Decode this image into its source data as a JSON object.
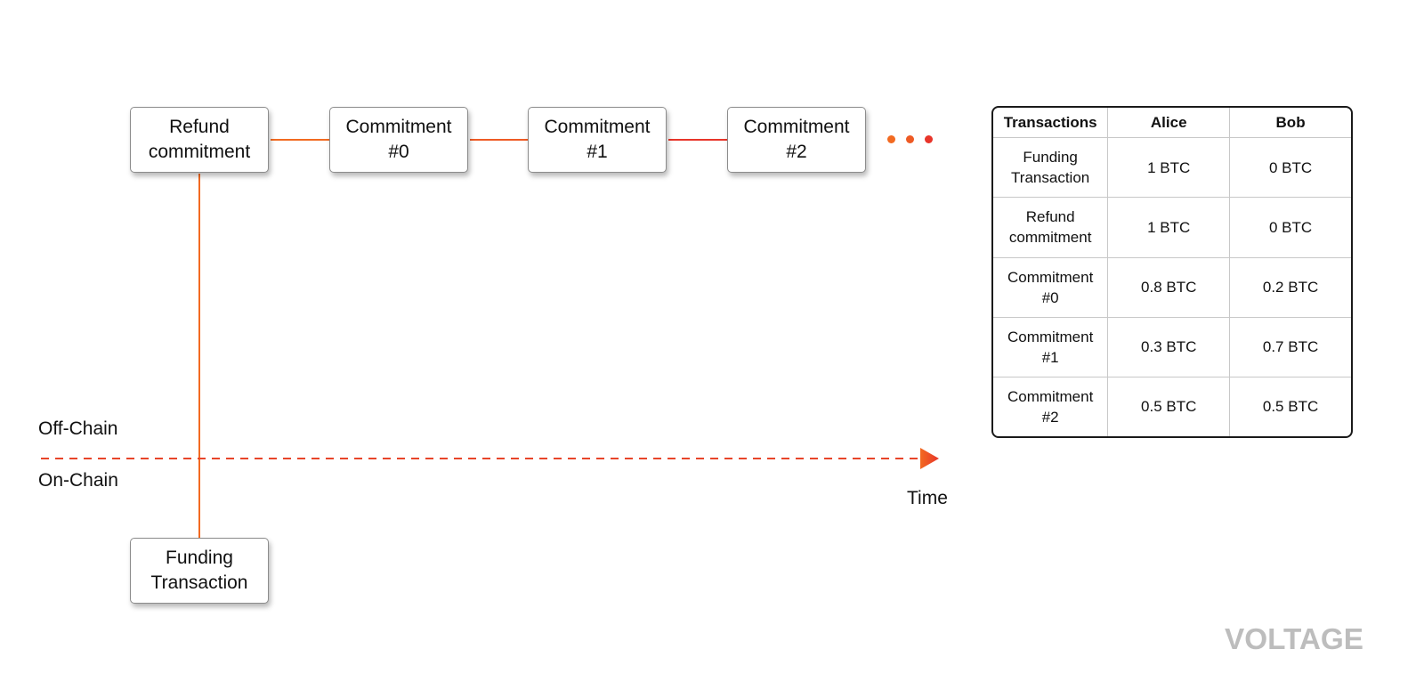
{
  "nodes": {
    "refund": "Refund\ncommitment",
    "commit0": "Commitment\n#0",
    "commit1": "Commitment\n#1",
    "commit2": "Commitment\n#2",
    "funding": "Funding\nTransaction"
  },
  "labels": {
    "off_chain": "Off-Chain",
    "on_chain": "On-Chain",
    "time": "Time"
  },
  "colors": {
    "orange": "#f26a21",
    "red": "#e8352a",
    "box_border": "#8c8c8c",
    "logo_gray": "#bdbdbd"
  },
  "icons": {
    "continuation": "ellipsis-dots",
    "time_arrow": "arrowhead-right"
  },
  "table": {
    "headers": [
      "Transactions",
      "Alice",
      "Bob"
    ],
    "rows": [
      [
        "Funding\nTransaction",
        "1 BTC",
        "0 BTC"
      ],
      [
        "Refund\ncommitment",
        "1 BTC",
        "0 BTC"
      ],
      [
        "Commitment\n#0",
        "0.8 BTC",
        "0.2 BTC"
      ],
      [
        "Commitment\n#1",
        "0.3 BTC",
        "0.7 BTC"
      ],
      [
        "Commitment\n#2",
        "0.5 BTC",
        "0.5 BTC"
      ]
    ]
  },
  "logo": {
    "text": "VOLTAGE"
  }
}
